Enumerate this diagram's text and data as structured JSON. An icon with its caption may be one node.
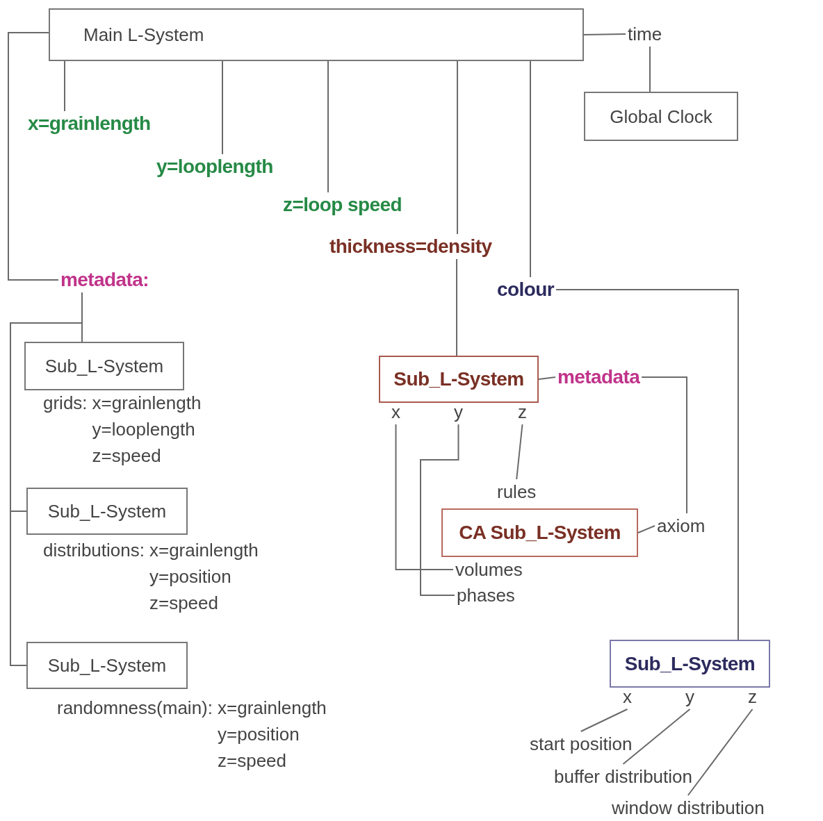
{
  "diagram": {
    "nodes": [
      {
        "text": [
          "Main L-System"
        ]
      },
      {
        "text": [
          "time"
        ]
      },
      {
        "text": [
          "Global Clock"
        ]
      },
      {
        "text": [
          "x=grainlength"
        ]
      },
      {
        "text": [
          "y=looplength"
        ]
      },
      {
        "text": [
          "z=loop speed"
        ]
      },
      {
        "text": [
          "thickness=density"
        ]
      },
      {
        "text": [
          "colour"
        ]
      },
      {
        "text": [
          "metadata:"
        ]
      },
      {
        "text": [
          "Sub_L-System"
        ],
        "beside": [
          "grids: x=grainlength y=looplength z=speed"
        ]
      },
      {
        "text": [
          "Sub_L-System"
        ],
        "beside": [
          "distributions: x=grainlength y=position z=speed"
        ]
      },
      {
        "text": [
          "Sub_L-System"
        ],
        "beside": [
          "randomness(main): x=grainlength y=position z=speed"
        ]
      },
      {
        "text": [
          "Sub_L-System"
        ]
      },
      {
        "text": [
          "metadata"
        ]
      },
      {
        "text": [
          "x"
        ]
      },
      {
        "text": [
          "y"
        ]
      },
      {
        "text": [
          "z"
        ]
      },
      {
        "text": [
          "rules"
        ]
      },
      {
        "text": [
          "CA Sub_L-System"
        ]
      },
      {
        "text": [
          "axiom"
        ]
      },
      {
        "text": [
          "volumes"
        ]
      },
      {
        "text": [
          "phases"
        ]
      },
      {
        "text": [
          "Sub_L-System"
        ]
      },
      {
        "text": [
          "x"
        ]
      },
      {
        "text": [
          "y"
        ]
      },
      {
        "text": [
          "z"
        ]
      },
      {
        "text": [
          "start position"
        ]
      },
      {
        "text": [
          "buffer distribution"
        ]
      },
      {
        "text": [
          "window distribution"
        ]
      }
    ],
    "edges": [
      {
        "from": 0,
        "to": 1,
        "arrow": "none"
      },
      {
        "from": 1,
        "to": 2,
        "arrow": "none"
      },
      {
        "from": 0,
        "to": 3,
        "arrow": "none"
      },
      {
        "from": 0,
        "to": 4,
        "arrow": "none"
      },
      {
        "from": 0,
        "to": 5,
        "arrow": "none"
      },
      {
        "from": 0,
        "to": 6,
        "arrow": "none"
      },
      {
        "from": 6,
        "to": 12,
        "arrow": "none"
      },
      {
        "from": 0,
        "to": 7,
        "arrow": "none"
      },
      {
        "from": 7,
        "to": 22,
        "arrow": "none"
      },
      {
        "from": 0,
        "to": 8,
        "arrow": "none"
      },
      {
        "from": 8,
        "to": 9,
        "arrow": "none"
      },
      {
        "from": 8,
        "to": 10,
        "arrow": "none"
      },
      {
        "from": 8,
        "to": 11,
        "arrow": "none"
      },
      {
        "from": 12,
        "to": 13,
        "arrow": "none"
      },
      {
        "from": 13,
        "to": 19,
        "arrow": "none"
      },
      {
        "from": 18,
        "to": 19,
        "arrow": "none"
      },
      {
        "from": 14,
        "to": 20,
        "arrow": "none"
      },
      {
        "from": 15,
        "to": 21,
        "arrow": "none"
      },
      {
        "from": 16,
        "to": 17,
        "arrow": "none"
      },
      {
        "from": 23,
        "to": 26,
        "arrow": "none"
      },
      {
        "from": 24,
        "to": 27,
        "arrow": "none"
      },
      {
        "from": 25,
        "to": 28,
        "arrow": "none"
      }
    ]
  }
}
